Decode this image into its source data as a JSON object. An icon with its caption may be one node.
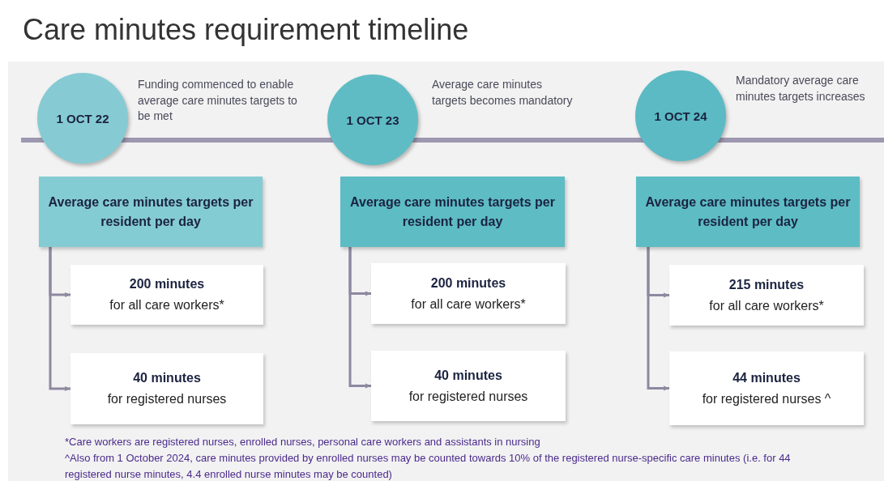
{
  "diagram": {
    "title": "Care minutes requirement timeline",
    "nodes": [
      {
        "text": [
          "1 OCT 22"
        ],
        "beside": [
          "Funding commenced to enable average care minutes targets to be met"
        ]
      },
      {
        "text": [
          "1 OCT 23"
        ],
        "beside": [
          "Average care minutes targets becomes mandatory"
        ]
      },
      {
        "text": [
          "1 OCT 24"
        ],
        "beside": [
          "Mandatory average care minutes targets increases"
        ]
      },
      {
        "text": [
          "Average care minutes targets per resident per day"
        ]
      },
      {
        "text": [
          "Average care minutes targets per resident per day"
        ]
      },
      {
        "text": [
          "Average care minutes targets per resident per day"
        ]
      },
      {
        "text": [
          "200 minutes",
          "for all care workers*"
        ]
      },
      {
        "text": [
          "40 minutes",
          "for registered nurses"
        ]
      },
      {
        "text": [
          "200 minutes",
          "for all care workers*"
        ]
      },
      {
        "text": [
          "40 minutes",
          "for registered nurses"
        ]
      },
      {
        "text": [
          "215 minutes",
          "for all care workers*"
        ]
      },
      {
        "text": [
          "44 minutes",
          "for registered nurses ^"
        ]
      }
    ],
    "edges": [
      {
        "from": 3,
        "to": 6,
        "arrow": "to"
      },
      {
        "from": 3,
        "to": 7,
        "arrow": "to"
      },
      {
        "from": 4,
        "to": 8,
        "arrow": "to"
      },
      {
        "from": 4,
        "to": 9,
        "arrow": "to"
      },
      {
        "from": 5,
        "to": 10,
        "arrow": "to"
      },
      {
        "from": 5,
        "to": 11,
        "arrow": "to"
      }
    ],
    "labels": [
      "*Care workers are registered nurses, enrolled nurses, personal care workers and assistants in nursing",
      "^Also from 1 October 2024, care minutes provided by enrolled nurses may be counted towards 10% of the registered nurse-specific care minutes (i.e. for 44 registered nurse minutes, 4.4 enrolled nurse minutes may be counted)"
    ]
  }
}
